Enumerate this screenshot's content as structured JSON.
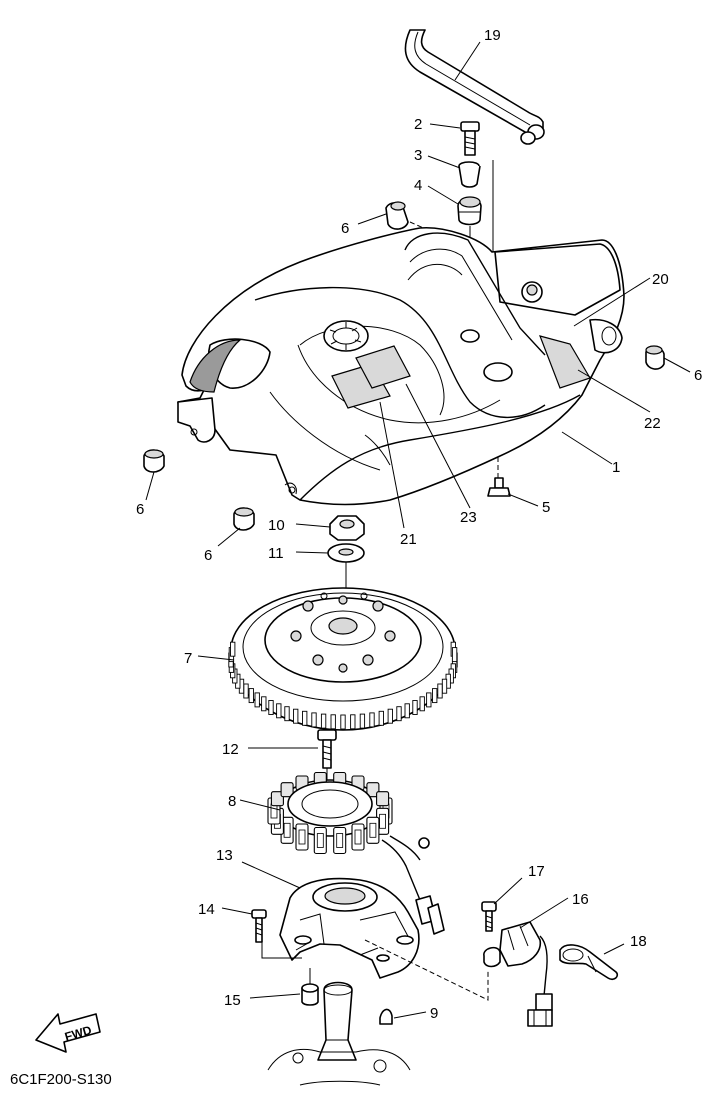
{
  "diagram_code": "6C1F200-S130",
  "fwd_label": "FWD",
  "callouts": {
    "c1": "1",
    "c2": "2",
    "c3": "3",
    "c4": "4",
    "c5": "5",
    "c6a": "6",
    "c6b": "6",
    "c6c": "6",
    "c6d": "6",
    "c7": "7",
    "c8": "8",
    "c9": "9",
    "c10": "10",
    "c11": "11",
    "c12": "12",
    "c13": "13",
    "c14": "14",
    "c15": "15",
    "c16": "16",
    "c17": "17",
    "c18": "18",
    "c19": "19",
    "c20": "20",
    "c21": "21",
    "c22": "22",
    "c23": "23"
  }
}
